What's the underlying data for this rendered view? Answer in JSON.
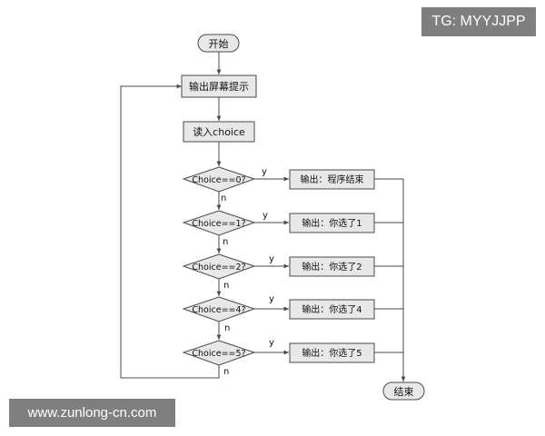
{
  "watermarks": {
    "top": "TG: MYYJJPP",
    "bottom": "www.zunlong-cn.com"
  },
  "flowchart": {
    "start": "开始",
    "end": "结束",
    "prompt": "输出屏幕提示",
    "read": "读入choice",
    "yes_label": "y",
    "no_label": "n",
    "decisions": [
      {
        "condition": "Choice==0?",
        "output": "输出：程序结束"
      },
      {
        "condition": "Choice==1?",
        "output": "输出：你选了1"
      },
      {
        "condition": "Choice==2?",
        "output": "输出：你选了2"
      },
      {
        "condition": "Choice==4?",
        "output": "输出：你选了4"
      },
      {
        "condition": "Choice==5?",
        "output": "输出：你选了5"
      }
    ]
  },
  "colors": {
    "box_fill": "#e8e8e8",
    "stroke": "#4a4a4a",
    "text": "#111111"
  }
}
